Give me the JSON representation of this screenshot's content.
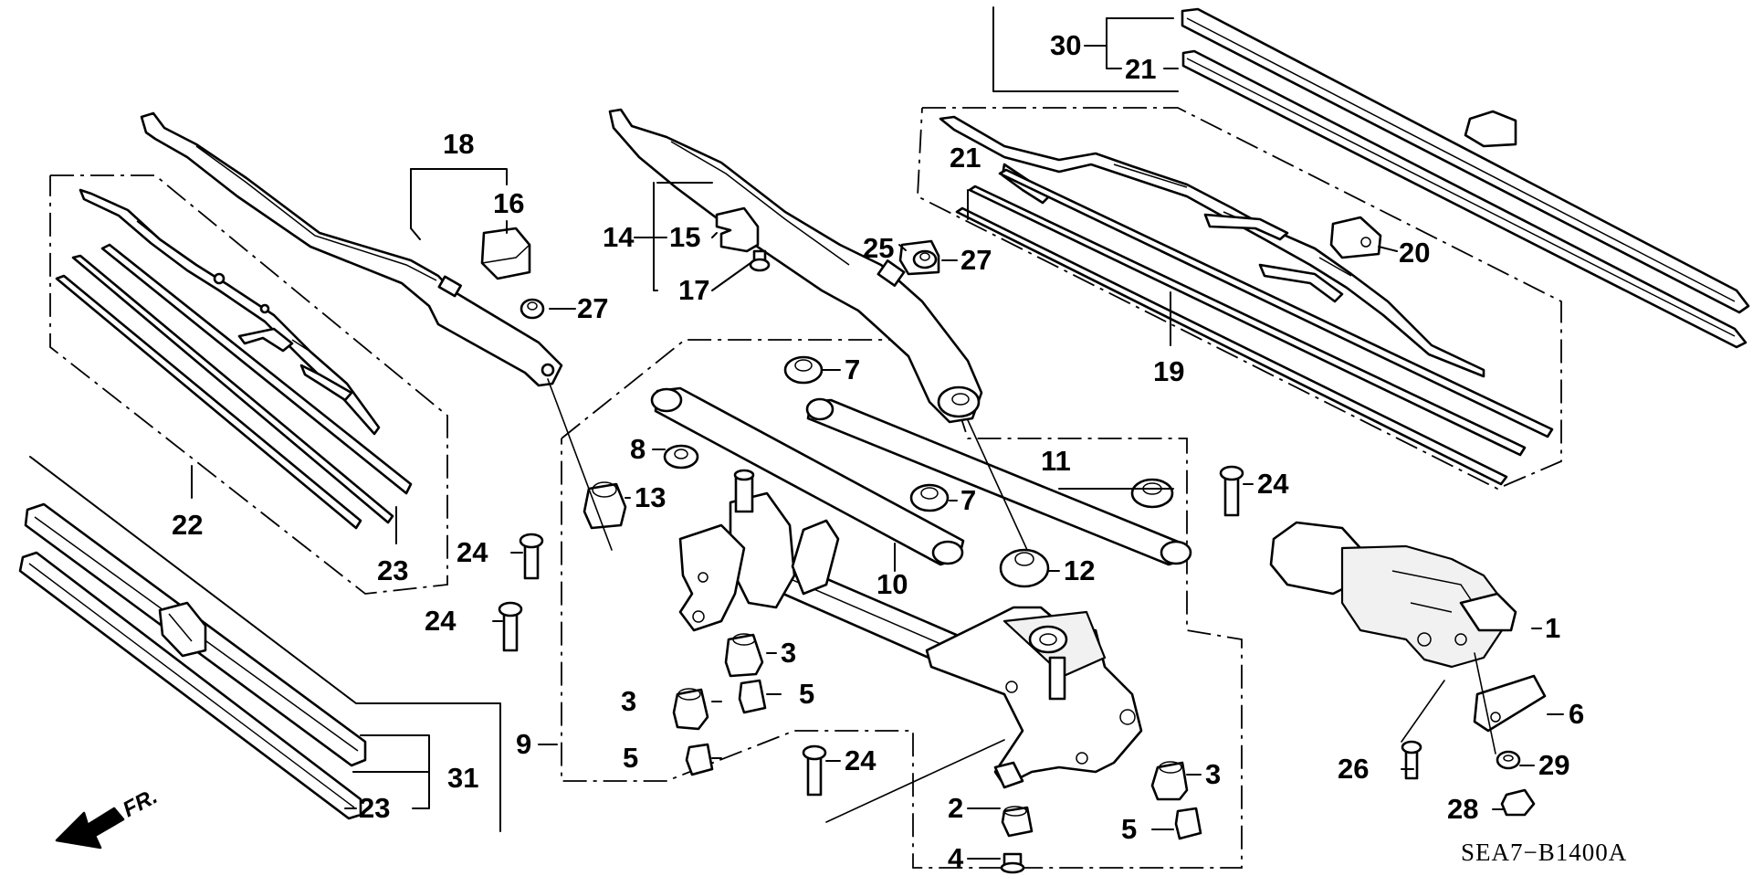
{
  "diagram": {
    "code": "SEA7−B1400A",
    "direction": "FR.",
    "direction_icon": "front-arrow-icon",
    "labels": {
      "p1": "1",
      "p2": "2",
      "p3a": "3",
      "p3b": "3",
      "p3c": "3",
      "p4": "4",
      "p5a": "5",
      "p5b": "5",
      "p5c": "5",
      "p6": "6",
      "p7a": "7",
      "p7b": "7",
      "p8": "8",
      "p9": "9",
      "p10": "10",
      "p11": "11",
      "p12": "12",
      "p13": "13",
      "p14": "14",
      "p15": "15",
      "p16": "16",
      "p17": "17",
      "p18": "18",
      "p19": "19",
      "p20": "20",
      "p21a": "21",
      "p21b": "21",
      "p22": "22",
      "p23a": "23",
      "p23b": "23",
      "p24a": "24",
      "p24b": "24",
      "p24c": "24",
      "p24d": "24",
      "p25": "25",
      "p26": "26",
      "p27a": "27",
      "p27b": "27",
      "p28": "28",
      "p29": "29",
      "p30": "30",
      "p31": "31"
    }
  }
}
